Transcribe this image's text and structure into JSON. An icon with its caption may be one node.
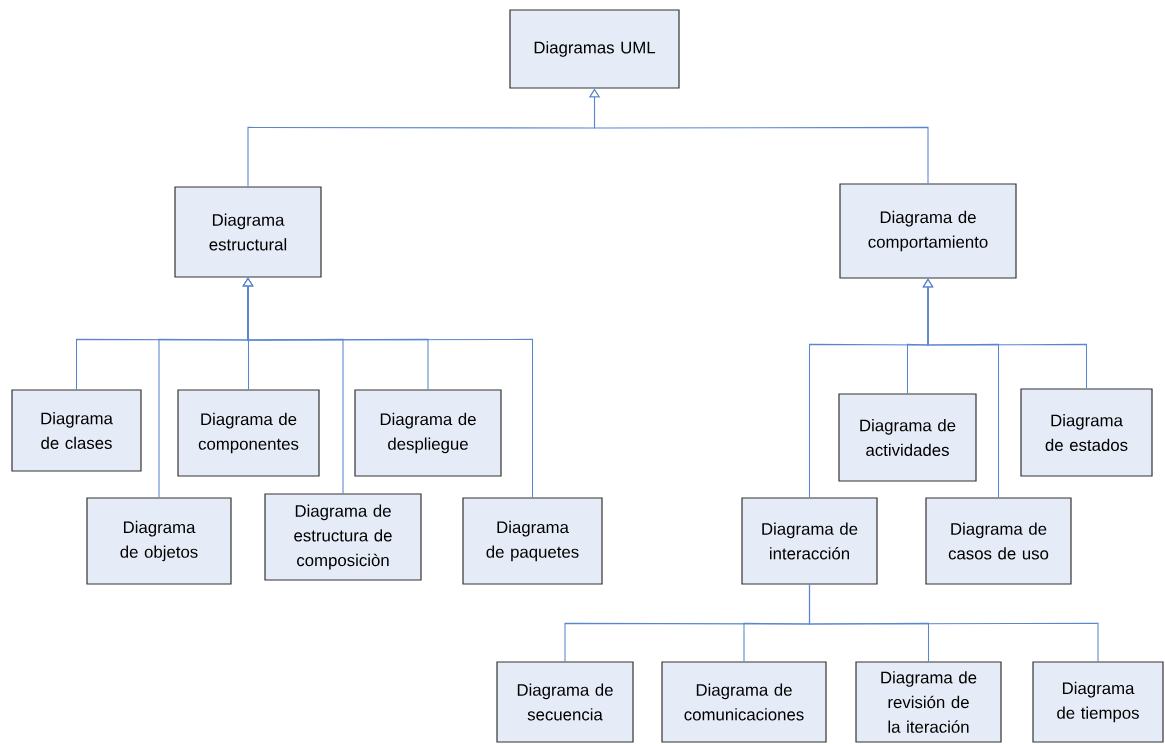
{
  "diagram": {
    "nodes": [
      {
        "text": [
          "Diagramas UML"
        ]
      },
      {
        "text": [
          "Diagrama estructural"
        ]
      },
      {
        "text": [
          "Diagrama de comportamiento"
        ]
      },
      {
        "text": [
          "Diagrama de clases"
        ]
      },
      {
        "text": [
          "Diagrama de objetos"
        ]
      },
      {
        "text": [
          "Diagrama de componentes"
        ]
      },
      {
        "text": [
          "Diagrama de estructura de composiciòn"
        ]
      },
      {
        "text": [
          "Diagrama de despliegue"
        ]
      },
      {
        "text": [
          "Diagrama de paquetes"
        ]
      },
      {
        "text": [
          "Diagrama de actividades"
        ]
      },
      {
        "text": [
          "Diagrama de estados"
        ]
      },
      {
        "text": [
          "Diagrama de interacción"
        ]
      },
      {
        "text": [
          "Diagrama de casos de uso"
        ]
      },
      {
        "text": [
          "Diagrama de secuencia"
        ]
      },
      {
        "text": [
          "Diagrama de comunicaciones"
        ]
      },
      {
        "text": [
          "Diagrama de revisión de la iteración"
        ]
      },
      {
        "text": [
          "Diagrama de tiempos"
        ]
      }
    ],
    "edges": [
      {
        "from": 1,
        "to": 0,
        "arrow": "to"
      },
      {
        "from": 2,
        "to": 0,
        "arrow": "to"
      },
      {
        "from": 3,
        "to": 1,
        "arrow": "to"
      },
      {
        "from": 4,
        "to": 1,
        "arrow": "to"
      },
      {
        "from": 5,
        "to": 1,
        "arrow": "to"
      },
      {
        "from": 6,
        "to": 1,
        "arrow": "to"
      },
      {
        "from": 7,
        "to": 1,
        "arrow": "to"
      },
      {
        "from": 8,
        "to": 1,
        "arrow": "to"
      },
      {
        "from": 11,
        "to": 2,
        "arrow": "to"
      },
      {
        "from": 9,
        "to": 2,
        "arrow": "to"
      },
      {
        "from": 12,
        "to": 2,
        "arrow": "to"
      },
      {
        "from": 10,
        "to": 2,
        "arrow": "to"
      },
      {
        "from": 13,
        "to": 11,
        "arrow": "none"
      },
      {
        "from": 14,
        "to": 11,
        "arrow": "none"
      },
      {
        "from": 15,
        "to": 11,
        "arrow": "none"
      },
      {
        "from": 16,
        "to": 11,
        "arrow": "none"
      }
    ]
  }
}
